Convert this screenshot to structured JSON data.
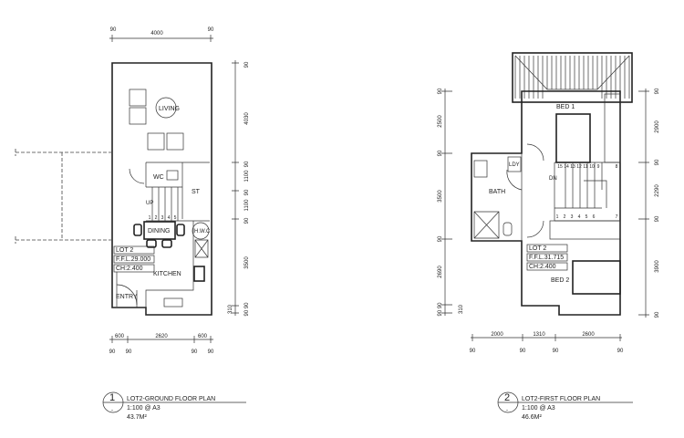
{
  "ground_floor": {
    "rooms": {
      "living": "LIVING",
      "wc": "WC",
      "st": "ST",
      "up": "UP",
      "dining": "DINING",
      "hwc": "H.W.C",
      "kitchen": "KITCHEN",
      "entry": "ENTRY"
    },
    "stair_numbers": [
      "1",
      "2",
      "3",
      "4",
      "5"
    ],
    "info": {
      "lot": "LOT 2",
      "ffl": "F.F.L.29.000",
      "ch": "CH:2.400"
    },
    "dims_top": [
      "90",
      "4000",
      "90"
    ],
    "dims_right": [
      "90",
      "4030",
      "90",
      "1100",
      "90",
      "1100",
      "90",
      "3500",
      "90 90",
      "310"
    ],
    "dims_bottom": [
      "600",
      "2620",
      "600"
    ],
    "dims_bottom_offsets": [
      "90",
      "90",
      "90",
      "90"
    ],
    "title": {
      "number": "1",
      "sheet": "-",
      "name": "LOT2-GROUND FLOOR PLAN",
      "scale": "1:100 @ A3",
      "area": "43.7M²"
    }
  },
  "first_floor": {
    "rooms": {
      "bed1": "BED 1",
      "bath": "BATH",
      "ldy": "LDY",
      "dn": "DN",
      "bed2": "BED 2"
    },
    "stair_numbers": [
      "1",
      "2",
      "3",
      "4",
      "5",
      "6",
      "7",
      "8",
      "9",
      "10",
      "11",
      "12",
      "13",
      "14",
      "15"
    ],
    "info": {
      "lot": "LOT 2",
      "ffl": "F.F.L.31.715",
      "ch": "CH:2.400"
    },
    "dims_left": [
      "90",
      "2500",
      "90",
      "3500",
      "90",
      "2690",
      "90 90",
      "310"
    ],
    "dims_right": [
      "90",
      "2900",
      "90",
      "2290",
      "90",
      "3900",
      "90"
    ],
    "dims_bottom": [
      "2000",
      "1310",
      "2600"
    ],
    "dims_bottom_offsets": [
      "90",
      "90",
      "90",
      "90"
    ],
    "title": {
      "number": "2",
      "sheet": "-",
      "name": "LOT2-FIRST FLOOR PLAN",
      "scale": "1:100 @ A3",
      "area": "46.6M²"
    }
  }
}
